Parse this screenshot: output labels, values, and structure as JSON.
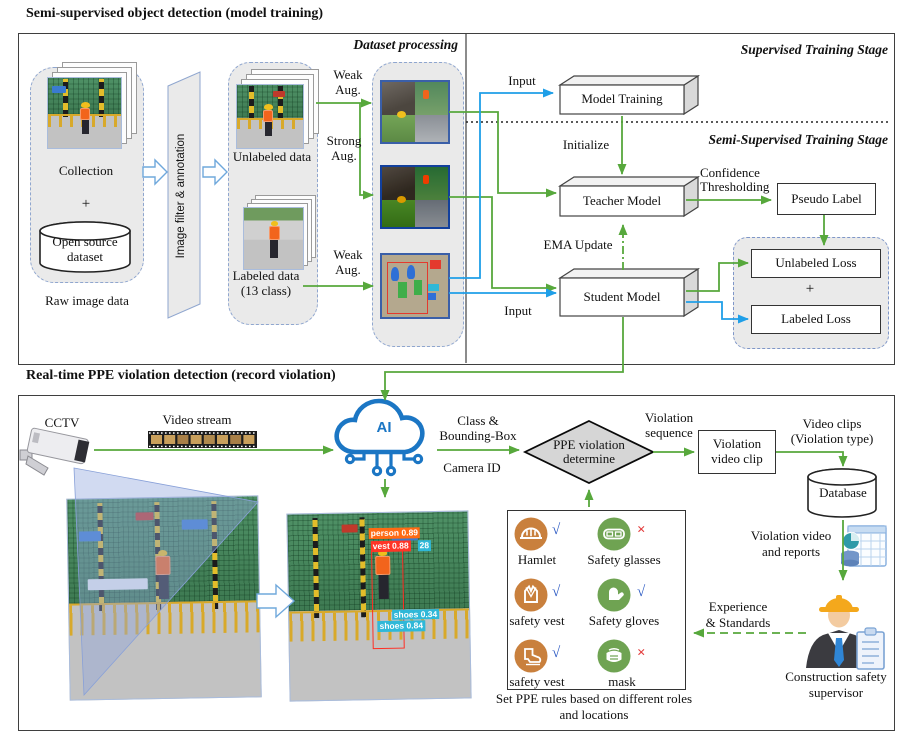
{
  "top": {
    "title": "Semi-supervised object detection (model training)",
    "dataset_processing": "Dataset processing",
    "supervised_stage": "Supervised Training Stage",
    "semi_supervised_stage": "Semi-Supervised Training Stage",
    "collection_label": "Collection",
    "plus": "+",
    "open_source_dataset": "Open source dataset",
    "raw_image_data": "Raw image data",
    "image_filter": "Image filter & annotation",
    "unlabeled_data": "Unlabeled data",
    "labeled_data": "Labeled data (13 class)",
    "weak_aug_1": "Weak Aug.",
    "strong_aug": "Strong Aug.",
    "weak_aug_2": "Weak Aug.",
    "input_top": "Input",
    "model_training": "Model Training",
    "initialize": "Initialize",
    "teacher_model": "Teacher Model",
    "confidence_thresholding": "Confidence Thresholding",
    "pseudo_label": "Pseudo Label",
    "ema_update": "EMA Update",
    "student_model": "Student Model",
    "input_bottom": "Input",
    "unlabeled_loss": "Unlabeled Loss",
    "loss_plus": "+",
    "labeled_loss": "Labeled Loss"
  },
  "bottom": {
    "title": "Real-time PPE violation detection (record violation)",
    "cctv": "CCTV",
    "video_stream": "Video stream",
    "ai": "AI",
    "class_bbox": "Class & Bounding-Box",
    "camera_id": "Camera ID",
    "ppe_diamond": "PPE violation determine",
    "violation_sequence": "Violation sequence",
    "violation_video_clip": "Violation video clip",
    "video_clips": "Video clips (Violation type)",
    "database": "Database",
    "violation_video_reports": "Violation video and reports",
    "experience_standards": "Experience & Standards",
    "supervisor": "Construction safety supervisor",
    "set_ppe_rules": "Set PPE rules based on different roles and locations",
    "ppe": {
      "items": [
        {
          "label": "Hamlet",
          "mark": "√"
        },
        {
          "label": "Safety glasses",
          "mark": "×"
        },
        {
          "label": "safety vest",
          "mark": "√"
        },
        {
          "label": "Safety gloves",
          "mark": "√"
        },
        {
          "label": "safety vest",
          "mark": "√"
        },
        {
          "label": "mask",
          "mark": "×"
        }
      ]
    },
    "detections": {
      "person": "person 0.89",
      "vest": "vest 0.88",
      "frag": "28",
      "shoes1": "shoes 0.34",
      "shoes2": "shoes 0.84"
    }
  },
  "colors": {
    "arrow_green": "#57a83c",
    "arrow_blue": "#1f9fe8",
    "orange_badge": "#c9803d",
    "green_badge": "#6fa352",
    "check_blue": "#2b59c3",
    "cross_red": "#e33b3b",
    "cloud_blue": "#1b76c4"
  }
}
